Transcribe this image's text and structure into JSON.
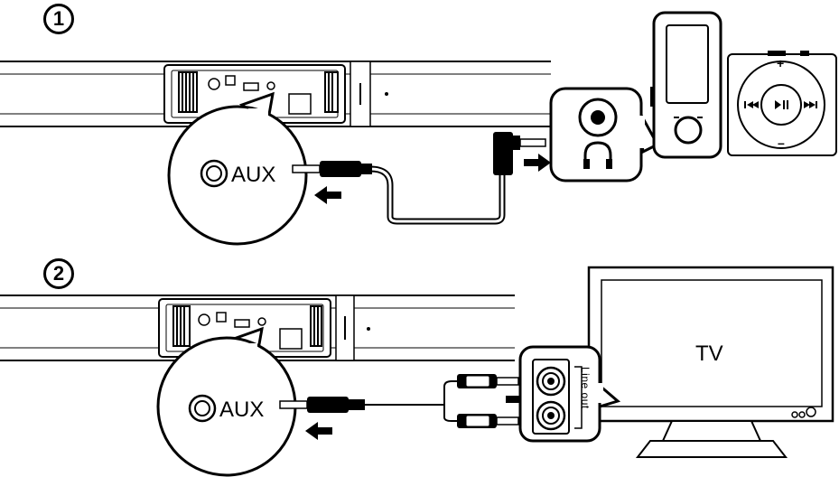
{
  "steps": {
    "step1": {
      "number": "1",
      "aux_label": "AUX"
    },
    "step2": {
      "number": "2",
      "aux_label": "AUX",
      "tv_label": "TV",
      "line_out_label": "Line out"
    }
  },
  "media_player": {
    "plus": "+",
    "minus": "–"
  },
  "icons": {
    "headphone": "headphone-icon",
    "play_pause": "play-pause-icon",
    "prev": "previous-track-icon",
    "next": "next-track-icon",
    "arrow": "arrow-icon"
  }
}
